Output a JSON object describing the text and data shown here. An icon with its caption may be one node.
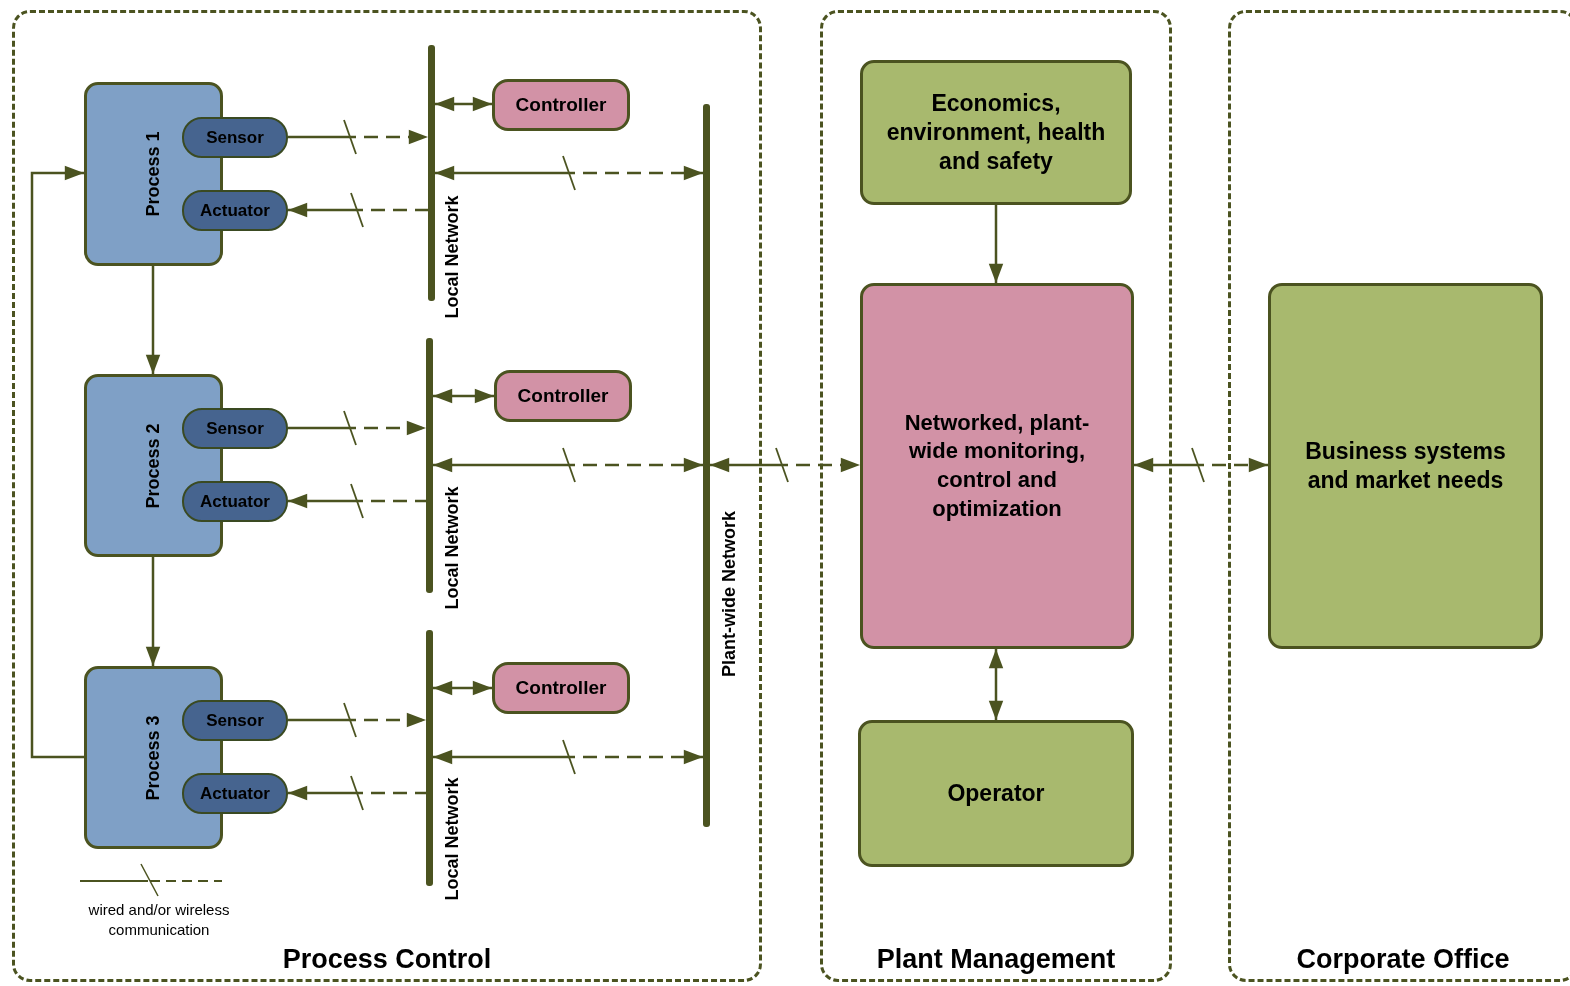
{
  "diagram": {
    "nodes": [
      {
        "text": [
          "Process Control"
        ]
      },
      {
        "text": [
          "Plant Management"
        ]
      },
      {
        "text": [
          "Corporate Office"
        ]
      },
      {
        "text": [
          "Process 1"
        ],
        "in": 0
      },
      {
        "text": [
          "Sensor"
        ],
        "in": 0
      },
      {
        "text": [
          "Actuator"
        ],
        "in": 0
      },
      {
        "text": [
          "Process 2"
        ],
        "in": 0
      },
      {
        "text": [
          "Sensor"
        ],
        "in": 0
      },
      {
        "text": [
          "Actuator"
        ],
        "in": 0
      },
      {
        "text": [
          "Process 3"
        ],
        "in": 0
      },
      {
        "text": [
          "Sensor"
        ],
        "in": 0
      },
      {
        "text": [
          "Actuator"
        ],
        "in": 0
      },
      {
        "text": [],
        "shape": "bar",
        "beside": [
          "Local Network"
        ],
        "in": 0
      },
      {
        "text": [
          "Controller"
        ],
        "in": 0
      },
      {
        "text": [],
        "shape": "bar",
        "beside": [
          "Local Network"
        ],
        "in": 0
      },
      {
        "text": [
          "Controller"
        ],
        "in": 0
      },
      {
        "text": [],
        "shape": "bar",
        "beside": [
          "Local Network"
        ],
        "in": 0
      },
      {
        "text": [
          "Controller"
        ],
        "in": 0
      },
      {
        "text": [],
        "shape": "bar",
        "beside": [
          "Plant-wide Network"
        ],
        "in": 0
      },
      {
        "text": [
          "Economics, environment, health and safety"
        ],
        "in": 1
      },
      {
        "text": [
          "Networked, plant-wide monitoring, control and optimization"
        ],
        "in": 1
      },
      {
        "text": [
          "Operator"
        ],
        "in": 1
      },
      {
        "text": [
          "Business systems and market needs"
        ],
        "in": 2
      }
    ],
    "edges": [
      {
        "from": 3,
        "to": 6,
        "arrow": "to"
      },
      {
        "from": 6,
        "to": 9,
        "arrow": "to"
      },
      {
        "from": 9,
        "to": 3,
        "arrow": "to"
      },
      {
        "from": 4,
        "to": 12,
        "arrow": "to",
        "style": "dashed"
      },
      {
        "from": 12,
        "to": 5,
        "arrow": "to",
        "style": "dashed"
      },
      {
        "from": 12,
        "to": 13,
        "arrow": "both"
      },
      {
        "from": 12,
        "to": 18,
        "arrow": "both",
        "style": "dashed"
      },
      {
        "from": 7,
        "to": 14,
        "arrow": "to",
        "style": "dashed"
      },
      {
        "from": 14,
        "to": 8,
        "arrow": "to",
        "style": "dashed"
      },
      {
        "from": 14,
        "to": 15,
        "arrow": "both"
      },
      {
        "from": 14,
        "to": 18,
        "arrow": "both",
        "style": "dashed"
      },
      {
        "from": 10,
        "to": 16,
        "arrow": "to",
        "style": "dashed"
      },
      {
        "from": 16,
        "to": 11,
        "arrow": "to",
        "style": "dashed"
      },
      {
        "from": 16,
        "to": 17,
        "arrow": "both"
      },
      {
        "from": 16,
        "to": 18,
        "arrow": "both",
        "style": "dashed"
      },
      {
        "from": 18,
        "to": 20,
        "arrow": "both",
        "style": "dashed"
      },
      {
        "from": 19,
        "to": 20,
        "arrow": "to"
      },
      {
        "from": 20,
        "to": 21,
        "arrow": "both"
      },
      {
        "from": 20,
        "to": 22,
        "arrow": "both",
        "style": "dashed"
      }
    ],
    "legend": [
      {
        "text": "wired and/or wireless communication"
      }
    ]
  }
}
